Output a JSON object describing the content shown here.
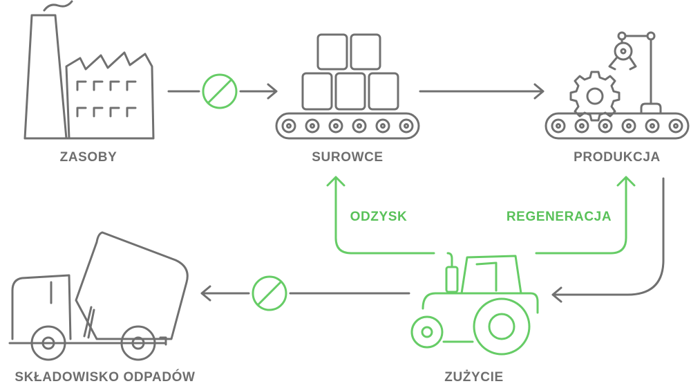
{
  "labels": {
    "zasoby": "ZASOBY",
    "surowce": "SUROWCE",
    "produkcja": "PRODUKCJA",
    "odzysk": "ODZYSK",
    "regeneracja": "REGENERACJA",
    "zuzycie": "ZUŻYCIE",
    "skladowisko": "SKŁADOWISKO ODPADÓW"
  },
  "icons": {
    "zasoby": "factory-icon",
    "surowce": "conveyor-boxes-icon",
    "produkcja": "robot-arm-gear-icon",
    "zuzycie": "tractor-icon",
    "skladowisko": "dump-truck-icon",
    "blocked": "prohibited-icon"
  },
  "colors": {
    "linear": "#707070",
    "circular": "#66cc66"
  }
}
